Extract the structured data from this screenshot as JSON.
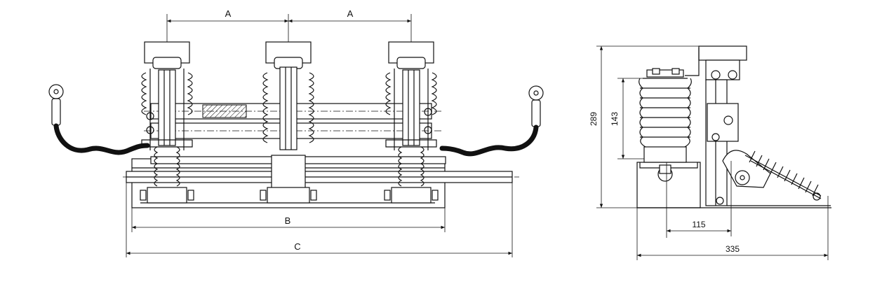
{
  "dimensions": {
    "front_a_left": "A",
    "front_a_right": "A",
    "front_b": "B",
    "front_c": "C",
    "side_height_total": "289",
    "side_height_insulator": "143",
    "side_offset": "115",
    "side_width": "335"
  },
  "colors": {
    "line": "#111111",
    "background": "#ffffff"
  }
}
